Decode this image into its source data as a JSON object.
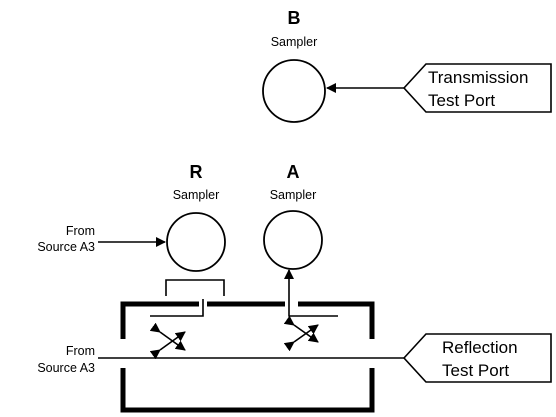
{
  "samplers": {
    "b": {
      "letter": "B",
      "caption": "Sampler"
    },
    "r": {
      "letter": "R",
      "caption": "Sampler"
    },
    "a": {
      "letter": "A",
      "caption": "Sampler"
    }
  },
  "ports": {
    "transmission": {
      "line1": "Transmission",
      "line2": "Test Port"
    },
    "reflection": {
      "line1": "Reflection",
      "line2": "Test Port"
    }
  },
  "sources": {
    "to_r": {
      "line1": "From",
      "line2": "Source A3"
    },
    "through_line": {
      "line1": "From",
      "line2": "Source A3"
    }
  }
}
